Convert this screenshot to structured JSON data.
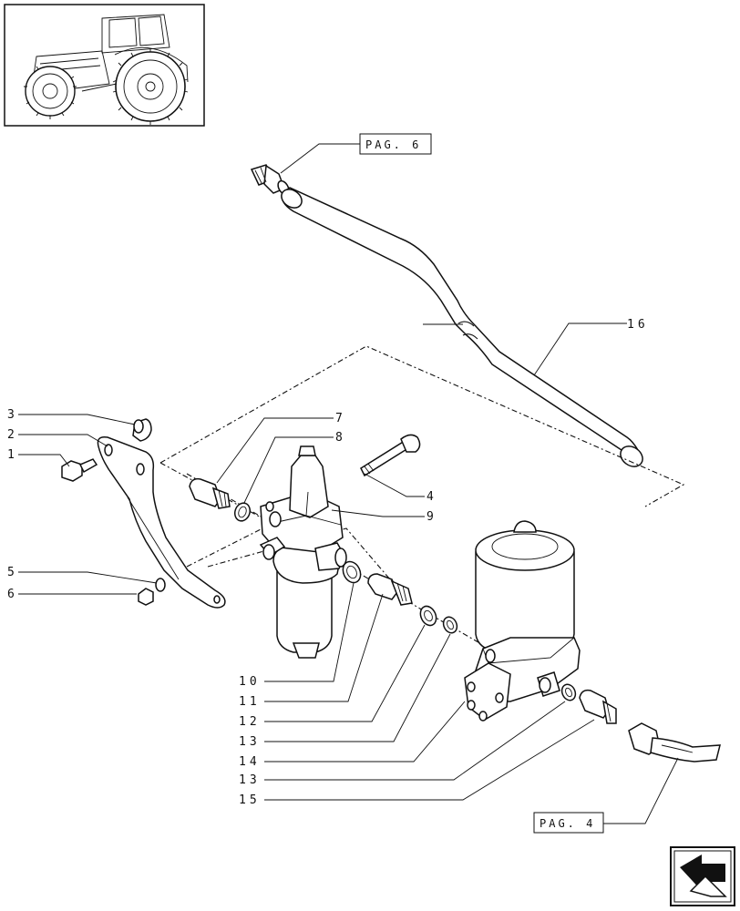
{
  "page_refs": {
    "top": "PAG. 6",
    "bottom": "PAG. 4"
  },
  "callouts": {
    "c1": "1",
    "c2": "2",
    "c3": "3",
    "c4": "4",
    "c5": "5",
    "c6": "6",
    "c7": "7",
    "c8": "8",
    "c9": "9",
    "c10": "10",
    "c11": "11",
    "c12": "12",
    "c13a": "13",
    "c14": "14",
    "c13b": "13",
    "c15": "15",
    "c16": "16"
  },
  "icons": {
    "thumbnail": "tractor-thumbnail-icon",
    "navigation": "next-page-arrow-icon"
  }
}
